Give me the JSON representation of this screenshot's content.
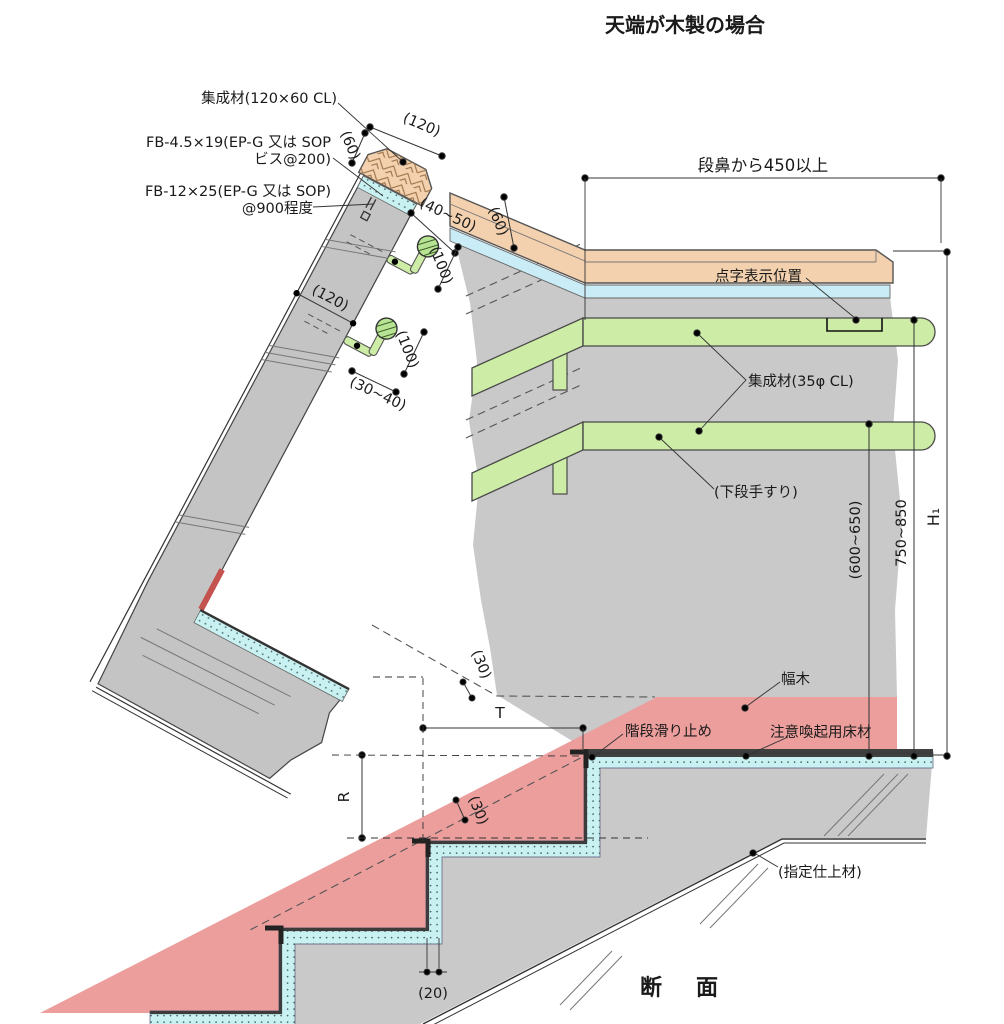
{
  "title": "天端が木製の場合",
  "caption": "断　面",
  "labels": {
    "laminated_cap": "集成材(120×60 CL)",
    "fb1_line1": "FB-4.5×19(EP-G 又は SOP",
    "fb1_line2": "ビス@200)",
    "fb2_line1": "FB-12×25(EP-G 又は SOP)",
    "fb2_line2": "@900程度",
    "braille_position": "点字表示位置",
    "laminated_rail": "集成材(35φ CL)",
    "lower_handrail": "(下段手すり)",
    "baseboard": "幅木",
    "warning_floor": "注意喚起用床材",
    "stair_nonslip": "階段滑り止め",
    "specified_finish": "(指定仕上材)"
  },
  "dimensions": {
    "nosing_min": "段鼻から450以上",
    "cap_width": "(120)",
    "cap_height": "(60)",
    "offset_upper": "(40~50)",
    "bracket_len_upper": "(100)",
    "bracket_len_lower": "(100)",
    "wall_thickness": "(120)",
    "offset_lower": "(30~40)",
    "toprail_height": "(60)",
    "rail_low_h": "(600~650)",
    "rail_up_h": "750~850",
    "h1": "H₁",
    "tread": "T",
    "riser": "R",
    "clear_30_upper": "(30)",
    "clear_30_lower": "(30)",
    "finish_20": "(20)"
  },
  "colors": {
    "concrete": "#c9c9c9",
    "wood": "#f3d1ae",
    "wood_hatch": "#9a7046",
    "finish_cyan": "#c9f1f2",
    "plain_cyan": "#c9ecf6",
    "rail_green": "#cdeca6",
    "circle_green": "#b7e492",
    "baseboard_pink": "#eb9e9c",
    "accent_red": "#c4524e",
    "ink": "#333333"
  }
}
